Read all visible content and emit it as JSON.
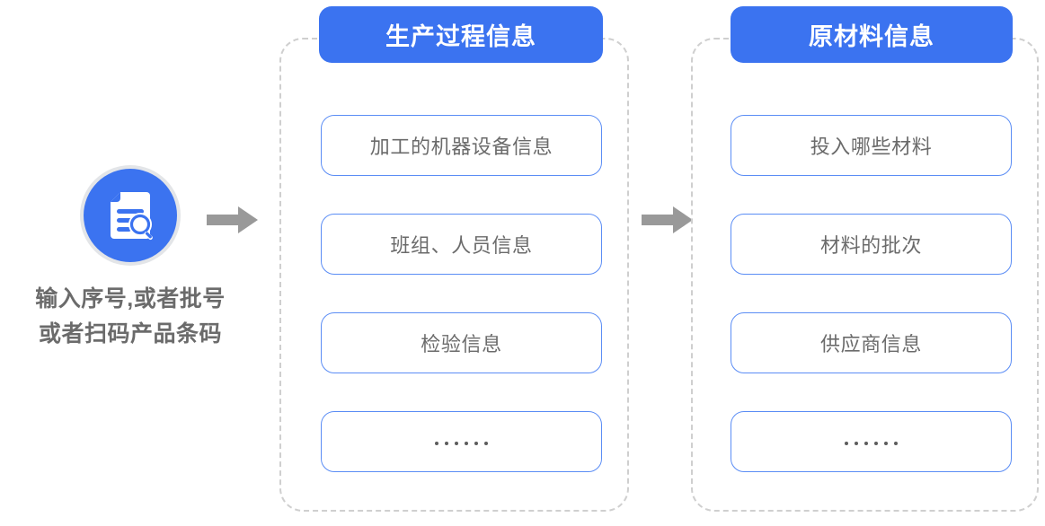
{
  "diagram": {
    "type": "flow",
    "title_flow": "输入序号,或者批号 或者扫码产品条码 → 生产过程信息 → 原材料信息",
    "colors": {
      "accent_blue": "#3b73f0",
      "box_border_blue": "#5b8df5",
      "text_gray": "#6b6b6b",
      "dashed_gray": "#cfcfcf",
      "arrow_gray": "#999999"
    }
  },
  "input_node": {
    "icon": "document-search-icon",
    "caption_line1": "输入序号,或者批号",
    "caption_line2": "或者扫码产品条码"
  },
  "arrows": [
    {
      "name": "arrow-input-to-production",
      "direction": "right"
    },
    {
      "name": "arrow-production-to-material",
      "direction": "right"
    }
  ],
  "groups": [
    {
      "id": "production",
      "header": "生产过程信息",
      "items": [
        {
          "label": "加工的机器设备信息",
          "kind": "text"
        },
        {
          "label": "班组、人员信息",
          "kind": "text"
        },
        {
          "label": "检验信息",
          "kind": "text"
        },
        {
          "label": "……",
          "kind": "ellipsis"
        }
      ]
    },
    {
      "id": "material",
      "header": "原材料信息",
      "items": [
        {
          "label": "投入哪些材料",
          "kind": "text"
        },
        {
          "label": "材料的批次",
          "kind": "text"
        },
        {
          "label": "供应商信息",
          "kind": "text"
        },
        {
          "label": "……",
          "kind": "ellipsis"
        }
      ]
    }
  ]
}
